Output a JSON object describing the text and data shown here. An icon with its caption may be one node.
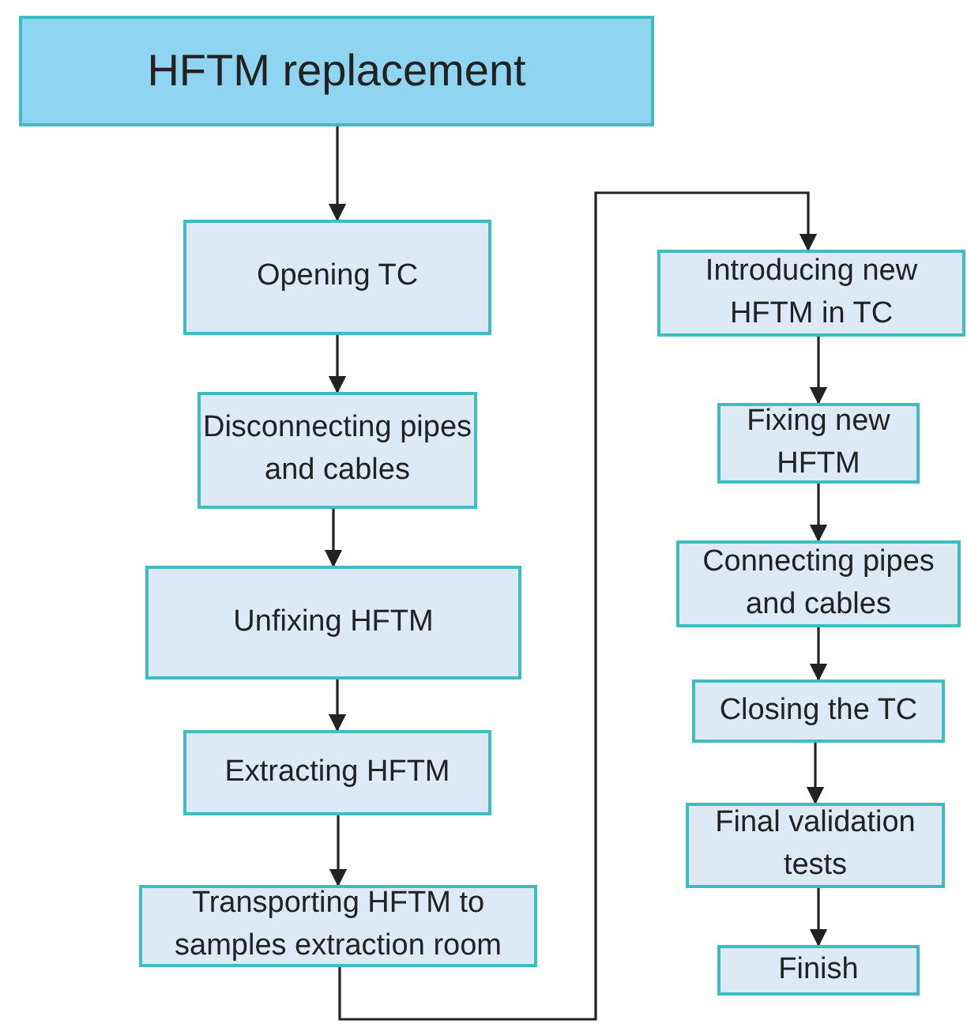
{
  "diagram": {
    "nodes": [
      {
        "text": [
          "HFTM replacement"
        ]
      },
      {
        "text": [
          "Opening TC"
        ]
      },
      {
        "text": [
          "Disconnecting pipes and cables"
        ]
      },
      {
        "text": [
          "Unfixing HFTM"
        ]
      },
      {
        "text": [
          "Extracting HFTM"
        ]
      },
      {
        "text": [
          "Transporting HFTM to samples extraction room"
        ]
      },
      {
        "text": [
          "Introducing new HFTM in TC"
        ]
      },
      {
        "text": [
          "Fixing new HFTM"
        ]
      },
      {
        "text": [
          "Connecting pipes and cables"
        ]
      },
      {
        "text": [
          "Closing the TC"
        ]
      },
      {
        "text": [
          "Final validation tests"
        ]
      },
      {
        "text": [
          "Finish"
        ]
      }
    ],
    "edges": [
      {
        "from": 0,
        "to": 1,
        "arrow": "to"
      },
      {
        "from": 1,
        "to": 2,
        "arrow": "to"
      },
      {
        "from": 2,
        "to": 3,
        "arrow": "to"
      },
      {
        "from": 3,
        "to": 4,
        "arrow": "to"
      },
      {
        "from": 4,
        "to": 5,
        "arrow": "to"
      },
      {
        "from": 5,
        "to": 6,
        "arrow": "to"
      },
      {
        "from": 6,
        "to": 7,
        "arrow": "to"
      },
      {
        "from": 7,
        "to": 8,
        "arrow": "to"
      },
      {
        "from": 8,
        "to": 9,
        "arrow": "to"
      },
      {
        "from": 9,
        "to": 10,
        "arrow": "to"
      },
      {
        "from": 10,
        "to": 11,
        "arrow": "to"
      }
    ]
  }
}
